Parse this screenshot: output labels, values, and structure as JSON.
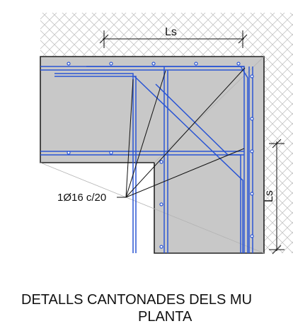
{
  "drawing": {
    "lap_label_horizontal": "Ls",
    "lap_label_vertical": "Ls",
    "rebar_label": "1Ø16 c/20",
    "colors": {
      "concrete": "#c8c8c8",
      "rebar": "#2a55d4",
      "outline": "#222222",
      "hatch": "#bdbdbd"
    }
  },
  "caption": {
    "line1": "DETALLS CANTONADES DELS MU",
    "line2": "PLANTA"
  }
}
